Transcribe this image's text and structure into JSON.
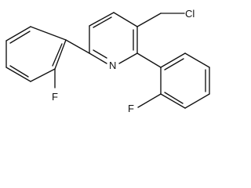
{
  "molecule": {
    "atoms": {
      "chlorine": "Cl",
      "nitrogen": "N",
      "fluorine_left": "F",
      "fluorine_right": "F"
    }
  }
}
